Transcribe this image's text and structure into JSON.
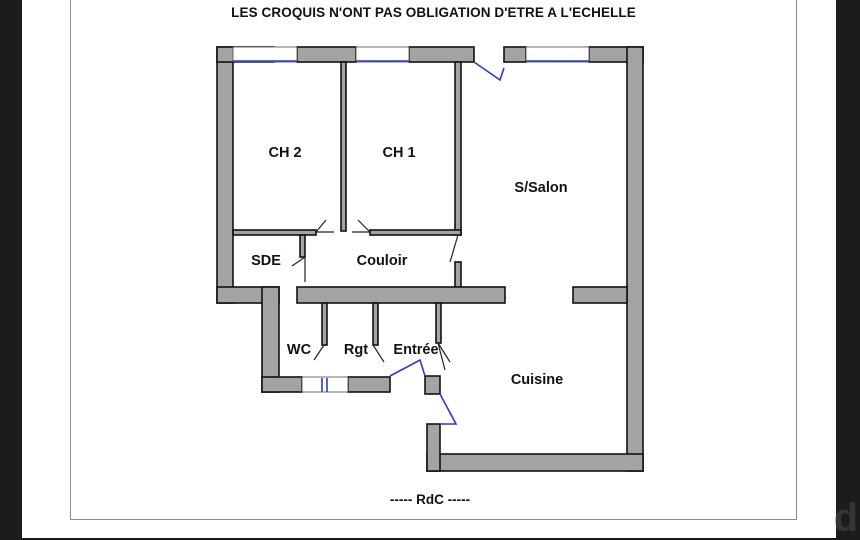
{
  "header": {
    "note": "LES CROQUIS N'ONT PAS OBLIGATION D'ETRE A L'ECHELLE"
  },
  "rooms": {
    "ch2": "CH 2",
    "ch1": "CH 1",
    "salon": "S/Salon",
    "sde": "SDE",
    "couloir": "Couloir",
    "wc": "WC",
    "rgt": "Rgt",
    "entree": "Entrée",
    "cuisine": "Cuisine"
  },
  "footer": {
    "level": "-----  RdC  -----"
  },
  "colors": {
    "wall_fill": "#a3a3a3",
    "wall_outline": "#111111",
    "window_line": "#2b3bc4"
  }
}
